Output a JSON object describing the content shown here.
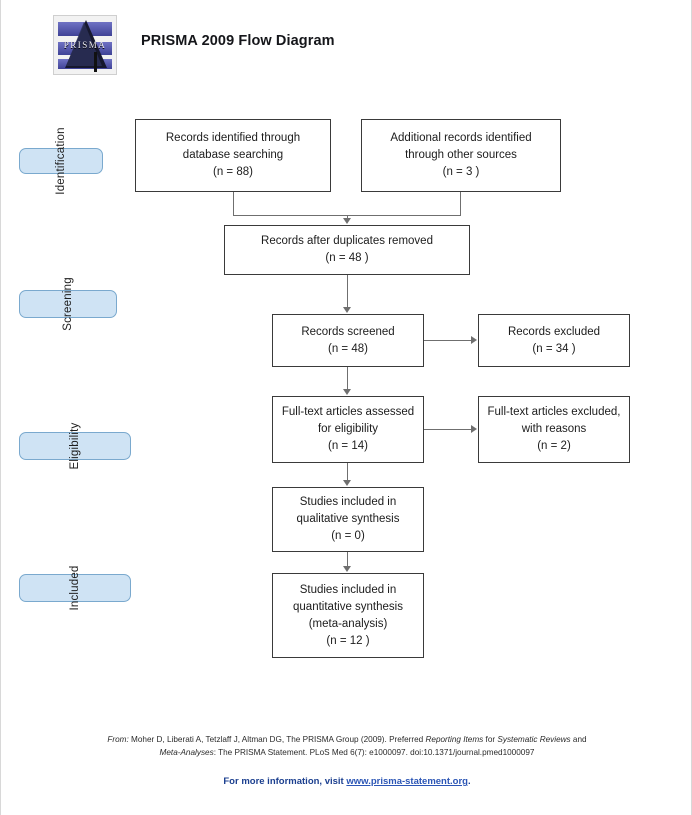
{
  "document": {
    "title": "PRISMA 2009 Flow Diagram",
    "logo_word": "PRISMA"
  },
  "stages": [
    {
      "id": "identification",
      "label": "Identification"
    },
    {
      "id": "screening",
      "label": "Screening"
    },
    {
      "id": "eligibility",
      "label": "Eligibility"
    },
    {
      "id": "included",
      "label": "Included"
    }
  ],
  "boxes": {
    "db_search": {
      "line1": "Records identified through",
      "line2": "database searching",
      "count": "(n =   88)"
    },
    "other_sources": {
      "line1": "Additional records identified",
      "line2": "through other sources",
      "count": "(n = 3 )"
    },
    "duplicates_removed": {
      "line1": "Records after duplicates removed",
      "count": "(n =  48 )"
    },
    "records_screened": {
      "line1": "Records screened",
      "count": "(n =   48)"
    },
    "records_excluded": {
      "line1": "Records excluded",
      "count": "(n = 34  )"
    },
    "fulltext_assessed": {
      "line1": "Full-text articles assessed",
      "line2": "for eligibility",
      "count": "(n =   14)"
    },
    "fulltext_excluded": {
      "line1": "Full-text articles excluded,",
      "line2": "with reasons",
      "count": "(n =   2)"
    },
    "qualitative_synthesis": {
      "line1": "Studies included in",
      "line2": "qualitative synthesis",
      "count": "(n =   0)"
    },
    "quantitative_synthesis": {
      "line1": "Studies included in",
      "line2": "quantitative synthesis",
      "line3": "(meta-analysis)",
      "count": "(n = 12  )"
    }
  },
  "footer": {
    "citation_prefix": "From:",
    "citation_line1_a": " Moher D, Liberati A, Tetzlaff J, Altman DG, The PRISMA Group (2009). Preferred ",
    "citation_line1_b": "Reporting Items",
    "citation_line1_c": " for ",
    "citation_line1_d": "Systematic Reviews",
    "citation_line1_e": " and",
    "citation_line2_a": "Meta-Analyses",
    "citation_line2_b": ": The PRISMA Statement. PLoS Med 6(7): e1000097. doi:10.1371/journal.pmed1000097",
    "link_prefix": "For more information, visit ",
    "link_text": "www.prisma-statement.org",
    "link_suffix": "."
  },
  "colors": {
    "stage_fill": "#cfe3f4",
    "stage_border": "#7aa9ce",
    "box_border": "#3a3a3a",
    "connector": "#6f6f6f",
    "link": "#2b55b5"
  }
}
